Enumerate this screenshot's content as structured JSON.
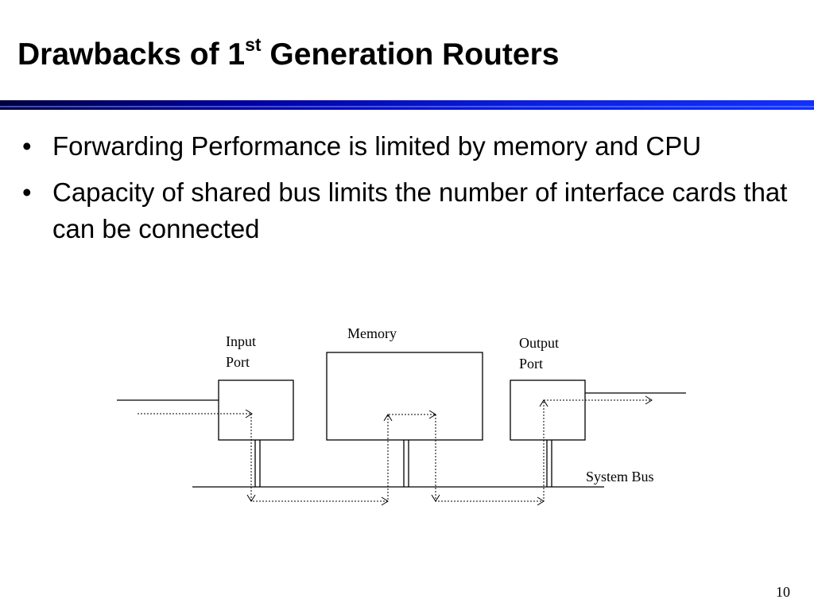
{
  "slide": {
    "title_prefix": "Drawbacks of 1",
    "title_superscript": "st",
    "title_suffix": " Generation Routers",
    "bullets": [
      "Forwarding Performance is limited by memory and CPU",
      "Capacity of shared bus limits the number of interface cards that can be connected"
    ],
    "bullet_glyph": "•",
    "page_number": "10"
  },
  "diagram": {
    "memory_label": "Memory",
    "input_port_label_line1": "Input",
    "input_port_label_line2": "Port",
    "output_port_label_line1": "Output",
    "output_port_label_line2": "Port",
    "system_bus_label": "System Bus"
  },
  "colors": {
    "title_rule_dark": "#000040",
    "title_rule_bright": "#1030ff"
  }
}
